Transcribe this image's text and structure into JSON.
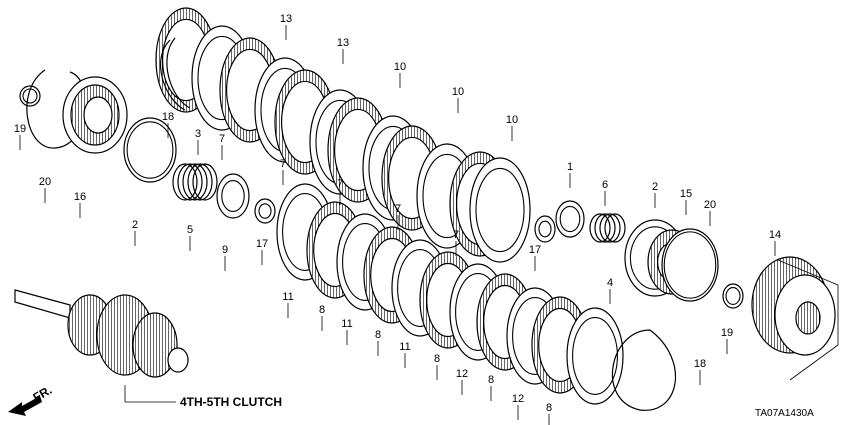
{
  "diagram": {
    "assembly_label": "4TH-5TH CLUTCH",
    "drawing_code": "TA07A1430A",
    "front_label": "FR.",
    "callouts": [
      "13",
      "13",
      "10",
      "10",
      "10",
      "18",
      "3",
      "7",
      "7",
      "7",
      "7",
      "7",
      "19",
      "20",
      "16",
      "2",
      "5",
      "9",
      "17",
      "11",
      "8",
      "11",
      "8",
      "11",
      "8",
      "12",
      "8",
      "12",
      "8",
      "1",
      "6",
      "2",
      "15",
      "20",
      "17",
      "4",
      "18",
      "14",
      "19"
    ]
  }
}
